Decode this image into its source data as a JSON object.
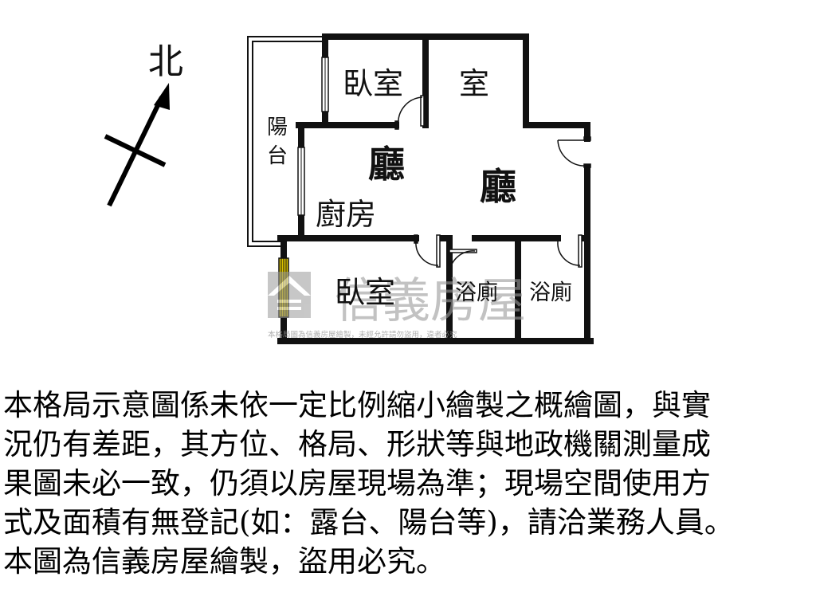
{
  "compass": {
    "north_label": "北"
  },
  "rooms": {
    "bedroom_top": "臥室",
    "room_top_right": "室",
    "balcony_line1": "陽",
    "balcony_line2": "台",
    "living_left": "廳",
    "living_right": "廳",
    "kitchen": "廚房",
    "bedroom_bottom": "臥室",
    "bathroom_1": "浴廁",
    "bathroom_2": "浴廁"
  },
  "watermark": {
    "brand": "信義房屋",
    "notice": "本格局圖為信義房屋繪製，未經允許請勿盜用，違者必究"
  },
  "disclaimer": {
    "lines": [
      "本格局示意圖係未依一定比例縮小繪製之概繪圖，與實",
      "況仍有差距，其方位、格局、形狀等與地政機關測量成",
      "果圖未必一致，仍須以房屋現場為準；現場空間使用方",
      "式及面積有無登記(如：露台、陽台等)，請洽業務人員。",
      "本圖為信義房屋繪製，盜用必究。"
    ]
  },
  "colors": {
    "wall": "#111111",
    "watermark": "#9a9a9a",
    "window_accent": "#d8c000"
  }
}
